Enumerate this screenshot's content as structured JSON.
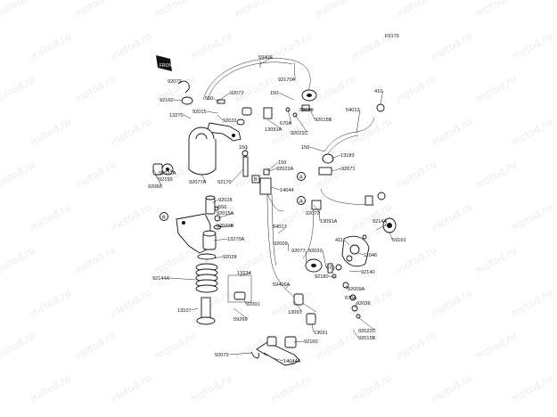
{
  "figure_id": "F0175",
  "front_marker": "FRONT",
  "watermark": "motod.ru",
  "callouts": {
    "A": "A",
    "B": "B"
  },
  "parts": [
    "59406",
    "92072",
    "92170A",
    "92160",
    "550",
    "92072",
    "150",
    "410",
    "92015",
    "13270",
    "92022",
    "13091A",
    "670A",
    "92036",
    "92015B",
    "92022C",
    "54012",
    "150",
    "13183",
    "92022A",
    "92077A",
    "92071",
    "92150",
    "92066",
    "150",
    "150",
    "92022A",
    "92170",
    "14044",
    "92028",
    "550",
    "92015A",
    "92022B",
    "13270A",
    "92072",
    "13091A",
    "92144",
    "59101",
    "54017",
    "92009",
    "411",
    "92077",
    "92033",
    "11046",
    "670",
    "92028",
    "92180",
    "92140",
    "59406A",
    "92009A",
    "92144A",
    "13234",
    "92001",
    "670A",
    "92036",
    "13107",
    "13091",
    "59266",
    "13091",
    "92022C",
    "92015B",
    "92160",
    "92072",
    "14044A"
  ]
}
